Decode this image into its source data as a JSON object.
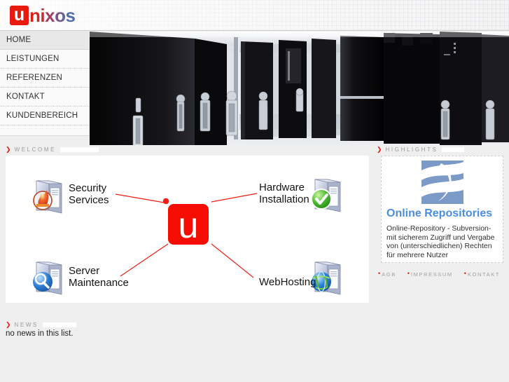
{
  "site": {
    "logo_mark": "u",
    "logo_text": "nixos"
  },
  "nav": {
    "items": [
      {
        "label": "HOME",
        "active": true
      },
      {
        "label": "LEISTUNGEN",
        "active": false
      },
      {
        "label": "REFERENZEN",
        "active": false
      },
      {
        "label": "KONTAKT",
        "active": false
      },
      {
        "label": "KUNDENBEREICH",
        "active": false
      }
    ]
  },
  "banner": {
    "alt": "server-room-photo",
    "icon": "server-racks-photo"
  },
  "sections": {
    "welcome": {
      "title": "WELCOME",
      "marker": "❯"
    },
    "highlights": {
      "title": "HIGHLIGHTS",
      "marker": "❯"
    },
    "news": {
      "title": "NEWS",
      "marker": "❯",
      "empty_text": "no news in this list."
    }
  },
  "diagram": {
    "center_label": "u",
    "nodes": [
      {
        "id": "security-services",
        "label_line1": "Security",
        "label_line2": "Services",
        "icon": "server-firewall-icon",
        "position": "top-left"
      },
      {
        "id": "server-maintenance",
        "label_line1": "Server",
        "label_line2": "Maintenance",
        "icon": "server-search-icon",
        "position": "bottom-left"
      },
      {
        "id": "hardware-installation",
        "label_line1": "Hardware",
        "label_line2": "Installation",
        "icon": "server-check-icon",
        "position": "top-right"
      },
      {
        "id": "webhosting",
        "label_line1": "WebHosting",
        "label_line2": "",
        "icon": "server-globe-icon",
        "position": "bottom-right"
      }
    ]
  },
  "highlight_card": {
    "logo_icon": "online-repositories-logo",
    "title": "Online Repositories",
    "description": "Online-Repository - Subversion- mit sicherem Zugriff und Vergabe von (unterschiedlichen) Rechten für mehrere Nutzer"
  },
  "footer": {
    "links": [
      {
        "label": "AGB"
      },
      {
        "label": "IMPRESSUM"
      },
      {
        "label": "KONTAKT"
      }
    ]
  },
  "colors": {
    "brand_red": "#e8190f",
    "page_bg": "#efefef",
    "repo_blue": "#4a8ede",
    "repo_logo_blue": "#7b9ac8"
  }
}
